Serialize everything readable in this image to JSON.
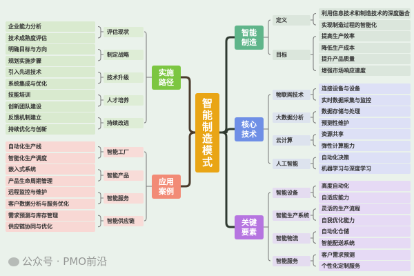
{
  "center": {
    "title": "智能制造模式",
    "color": "#e9a515"
  },
  "branches": [
    {
      "title": "实施路径",
      "color": "#7cc641",
      "leaf_bg": "#d9eacf",
      "mid_bg": "#deedd6",
      "groups": [
        {
          "label": "评估现状",
          "items": [
            "企业能力分析",
            "技术成熟度评估"
          ]
        },
        {
          "label": "制定战略",
          "items": [
            "明确目标与方向",
            "规划实施步骤"
          ]
        },
        {
          "label": "技术升级",
          "items": [
            "引入先进技术",
            "系统集成与优化"
          ]
        },
        {
          "label": "人才培养",
          "items": [
            "技能培训",
            "创新团队建设"
          ]
        },
        {
          "label": "持续改进",
          "items": [
            "反馈机制建立",
            "持续优化与创新"
          ]
        }
      ]
    },
    {
      "title": "应用案例",
      "color": "#f28b76",
      "leaf_bg": "#f8d8d4",
      "mid_bg": "#f8dcd8",
      "groups": [
        {
          "label": "智能工厂",
          "items": [
            "自动化生产线",
            "智能化生产调度"
          ]
        },
        {
          "label": "智能产品",
          "items": [
            "嵌入式系统",
            "产品生命周期管理"
          ]
        },
        {
          "label": "智能服务",
          "items": [
            "远程监控与维护",
            "客户数据分析与服务优化"
          ]
        },
        {
          "label": "智能供应链",
          "items": [
            "需求预测与库存管理",
            "供应链协同与优化"
          ]
        }
      ]
    },
    {
      "title": "智能制造",
      "color": "#5fb58a",
      "leaf_bg": "#dbe6dc",
      "mid_bg": "#dbe6dc",
      "groups": [
        {
          "label": "定义",
          "items": [
            "利用信息技术和制造技术的深度融合",
            "实现制造过程的智能化"
          ]
        },
        {
          "label": "目标",
          "items": [
            "提高生产效率",
            "降低生产成本",
            "提升产品质量",
            "增强市场响应速度"
          ]
        }
      ]
    },
    {
      "title": "核心技术",
      "color": "#6f8fe6",
      "leaf_bg": "#dde0f6",
      "mid_bg": "#dde3ee",
      "groups": [
        {
          "label": "物联网技术",
          "items": [
            "连接设备与设备",
            "实时数据采集与监控"
          ]
        },
        {
          "label": "大数据分析",
          "items": [
            "数据存储与处理",
            "预测性维护"
          ]
        },
        {
          "label": "云计算",
          "items": [
            "资源共享",
            "弹性计算能力"
          ]
        },
        {
          "label": "人工智能",
          "items": [
            "自动化决策",
            "机器学习与深度学习"
          ]
        }
      ]
    },
    {
      "title": "关键要素",
      "color": "#b675e0",
      "leaf_bg": "#e6daf5",
      "mid_bg": "#e4dcf0",
      "groups": [
        {
          "label": "智能设备",
          "items": [
            "高度自动化",
            "自适应能力"
          ]
        },
        {
          "label": "智能生产系统",
          "items": [
            "灵活的生产流程",
            "自我优化能力"
          ]
        },
        {
          "label": "智能物流",
          "items": [
            "自动化仓储",
            "智能配送系统"
          ]
        },
        {
          "label": "智能服务",
          "items": [
            "客户需求预测",
            "个性化定制服务"
          ]
        }
      ]
    }
  ],
  "watermark": "公众号 · PMO前沿"
}
